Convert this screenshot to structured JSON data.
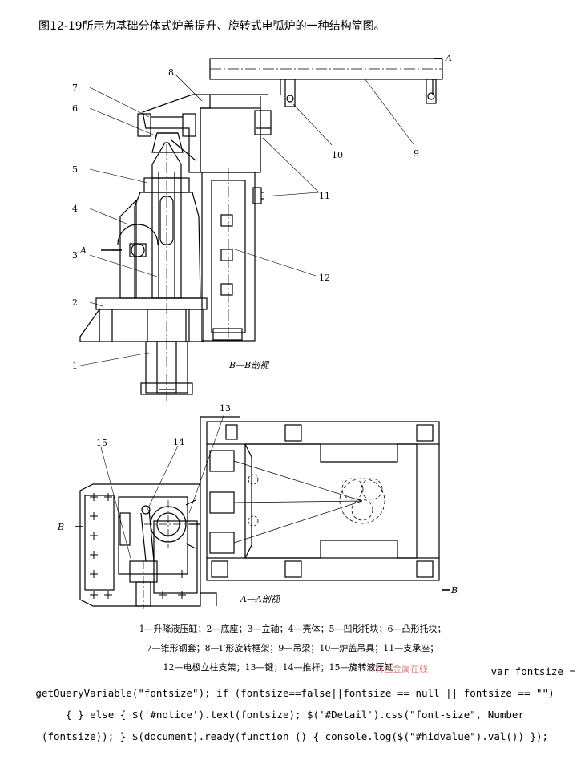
{
  "title": "图12-19所示为基础分体式炉盖提升、旋转式电弧炉的一种结构简图。",
  "labels_top": {
    "n1": "1",
    "n2": "2",
    "n3": "3",
    "n4": "4",
    "n5": "5",
    "n6": "6",
    "n7": "7",
    "n8": "8",
    "n9": "9",
    "n10": "10",
    "n11": "11",
    "n12": "12",
    "a_mark_left": "A",
    "a_mark_right": "A",
    "section_bb": "B—B剖视"
  },
  "labels_bottom": {
    "n13": "13",
    "n14": "14",
    "n15": "15",
    "b_mark_left": "B",
    "b_mark_right": "B",
    "section_aa": "A—A剖视"
  },
  "captions": {
    "line1": "1—升降液压缸；2—底座；3—立轴；4—壳体；5—凹形托块；6—凸形托块；",
    "line2": "7—锥形钢套；8—Γ形旋转框架；9—吊梁；10—炉盖吊具；11—支承座；",
    "line3": "12—电极立柱支架；13—键；14—推杆；15—旋转液压缸"
  },
  "watermark": "有色金属在线",
  "code_line1": "var fontsize =",
  "code_line2": "getQueryVariable(\"fontsize\"); if (fontsize==false||fontsize == null || fontsize == \"\")",
  "code_line3": "{ } else { $('#notice').text(fontsize); $('#Detail').css(\"font-size\", Number",
  "code_line4": "(fontsize)); } $(document).ready(function () { console.log($(\"#hidvalue\").val()) });"
}
